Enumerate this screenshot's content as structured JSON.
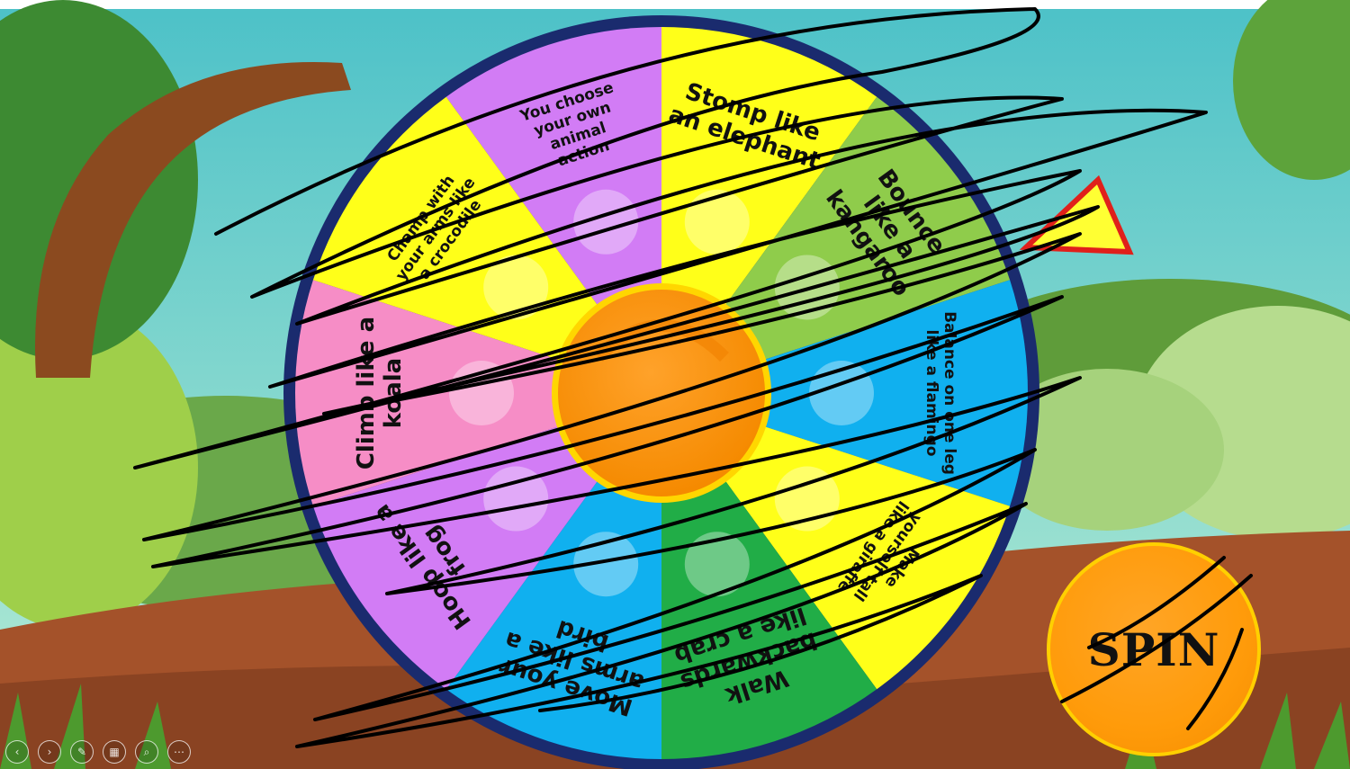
{
  "wheel": {
    "segments": [
      {
        "text": "You choose your own animal action",
        "lines": [
          "You choose",
          "your own",
          "animal",
          "action"
        ],
        "color": "#d27cf5",
        "icon": "star-icon"
      },
      {
        "text": "Stomp like an elephant",
        "lines": [
          "Stomp like",
          "an elephant"
        ],
        "color": "#ffff19",
        "icon": "elephant-icon"
      },
      {
        "text": "Bounce like a kangaroo",
        "lines": [
          "Bounce",
          "like a",
          "kangaroo"
        ],
        "color": "#8fcc4b",
        "icon": "kangaroo-icon"
      },
      {
        "text": "Balance on one leg like a flamingo",
        "lines": [
          "Balance on one leg",
          "like a flamingo"
        ],
        "color": "#10b0ef",
        "icon": "flamingo-icon"
      },
      {
        "text": "Make yourself tall like a giraffe",
        "lines": [
          "Make",
          "yourself tall",
          "like a giraffe"
        ],
        "color": "#ffff19",
        "icon": "giraffe-icon"
      },
      {
        "text": "Walk backwards like a crab",
        "lines": [
          "Walk",
          "backwards",
          "like a crab"
        ],
        "color": "#21ad47",
        "icon": "crab-icon"
      },
      {
        "text": "Move your arms like a bird",
        "lines": [
          "Move your",
          "arms like a",
          "bird"
        ],
        "color": "#10b0ef",
        "icon": "bird-icon"
      },
      {
        "text": "Hoop like a frog",
        "lines": [
          "Hoop like a",
          "frog"
        ],
        "color": "#d27cf5",
        "icon": "frog-icon"
      },
      {
        "text": "Climb like a koala",
        "lines": [
          "Climb like a",
          "koala"
        ],
        "color": "#f68dc6",
        "icon": "koala-icon"
      },
      {
        "text": "Champ with your arms like a crocodile",
        "lines": [
          "Champ with",
          "your arms like",
          "a crocodile"
        ],
        "color": "#ffff19",
        "icon": "crocodile-icon"
      }
    ],
    "rim_color": "#1a2b6e",
    "hub_color": "#ff9b0a",
    "pointer_icon": "triangle-pointer-icon"
  },
  "spin_button": {
    "label": "SPIN",
    "color": "#ff9b0a"
  },
  "toolbar": [
    {
      "name": "previous-icon",
      "glyph": "‹"
    },
    {
      "name": "next-icon",
      "glyph": "›"
    },
    {
      "name": "pen-icon",
      "glyph": "✎"
    },
    {
      "name": "slides-icon",
      "glyph": "▦"
    },
    {
      "name": "zoom-icon",
      "glyph": "⌕"
    },
    {
      "name": "more-icon",
      "glyph": "⋯"
    }
  ]
}
